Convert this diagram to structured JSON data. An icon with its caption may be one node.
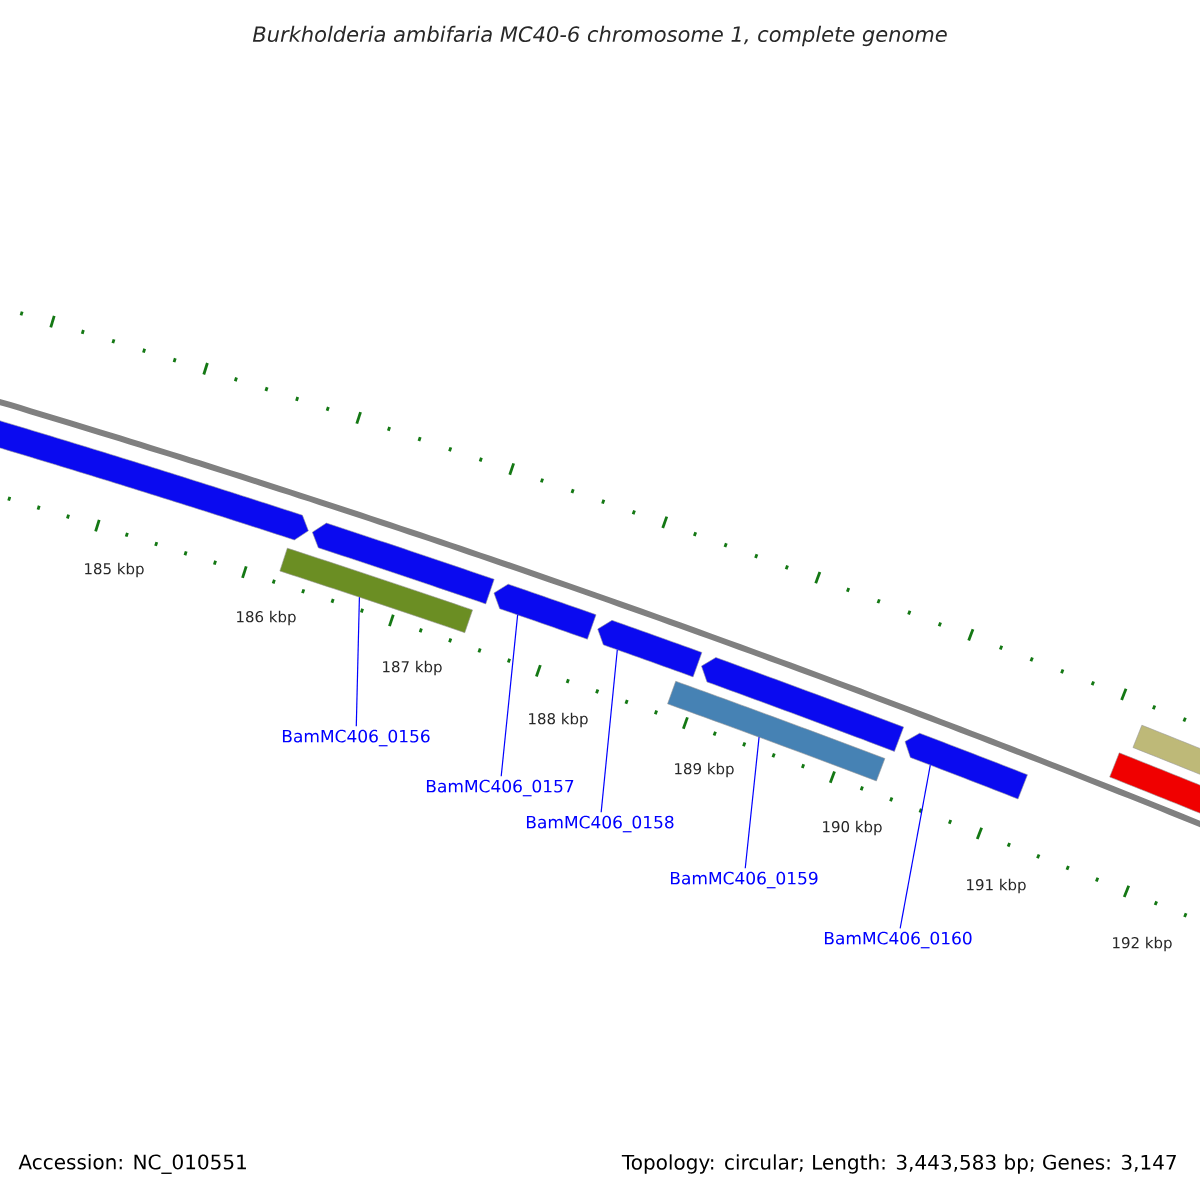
{
  "diagram": {
    "title": "Burkholderia ambifaria MC40-6 chromosome 1, complete genome",
    "nodes": [
      {
        "text": [
          "BamMC406_0156"
        ]
      },
      {
        "text": [
          "BamMC406_0157"
        ]
      },
      {
        "text": [
          "BamMC406_0158"
        ]
      },
      {
        "text": [
          "BamMC406_0159"
        ]
      },
      {
        "text": [
          "BamMC406_0160"
        ]
      },
      {
        "text": [],
        "shape": "pentagon"
      },
      {
        "text": [],
        "shape": "bar"
      },
      {
        "text": [],
        "shape": "pentagon"
      },
      {
        "text": [],
        "shape": "pentagon"
      },
      {
        "text": [],
        "shape": "pentagon"
      },
      {
        "text": [],
        "shape": "bar"
      },
      {
        "text": [],
        "shape": "pentagon"
      },
      {
        "text": [],
        "shape": "pentagon"
      },
      {
        "text": [],
        "shape": "bar"
      },
      {
        "text": [],
        "shape": "bar"
      }
    ],
    "edges": [
      {
        "from": 0,
        "to": 6,
        "arrow": "none"
      },
      {
        "from": 1,
        "to": 8,
        "arrow": "none"
      },
      {
        "from": 2,
        "to": 9,
        "arrow": "none"
      },
      {
        "from": 3,
        "to": 10,
        "arrow": "none"
      },
      {
        "from": 4,
        "to": 12,
        "arrow": "none"
      }
    ],
    "labels": [
      "185 kbp",
      "186 kbp",
      "187 kbp",
      "188 kbp",
      "189 kbp",
      "190 kbp",
      "191 kbp",
      "192 kbp",
      "Accession: NC_010551",
      "Topology: circular; Length: 3,443,583 bp; Genes: 3,147"
    ]
  }
}
